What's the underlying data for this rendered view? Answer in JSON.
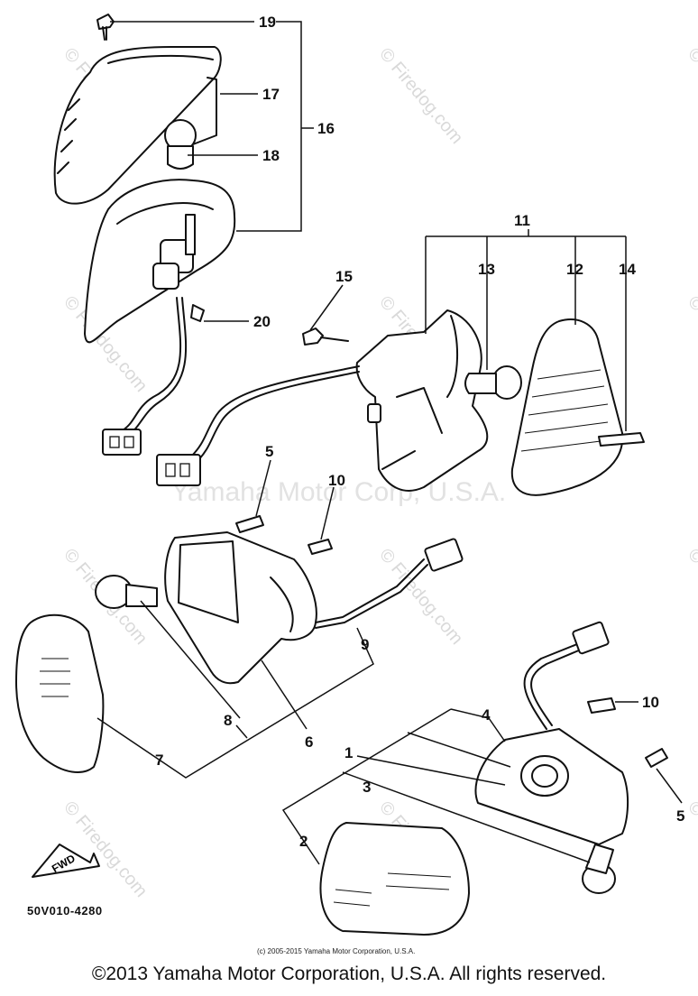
{
  "callouts": {
    "n1": "1",
    "n2": "2",
    "n3": "3",
    "n4": "4",
    "n5a": "5",
    "n5b": "5",
    "n6": "6",
    "n7": "7",
    "n8": "8",
    "n9": "9",
    "n10a": "10",
    "n10b": "10",
    "n11": "11",
    "n12": "12",
    "n13": "13",
    "n14": "14",
    "n15": "15",
    "n16": "16",
    "n17": "17",
    "n18": "18",
    "n19": "19",
    "n20": "20"
  },
  "fwd_label": "FWD",
  "part_code": "50V010-4280",
  "watermark": {
    "site": "© Firedog.com",
    "owner": "Yamaha Motor Corp, U.S.A."
  },
  "small_copyright": "(c) 2005-2015 Yamaha Motor Corporation, U.S.A.",
  "footer": "©2013 Yamaha Motor Corporation, U.S.A. All rights reserved."
}
